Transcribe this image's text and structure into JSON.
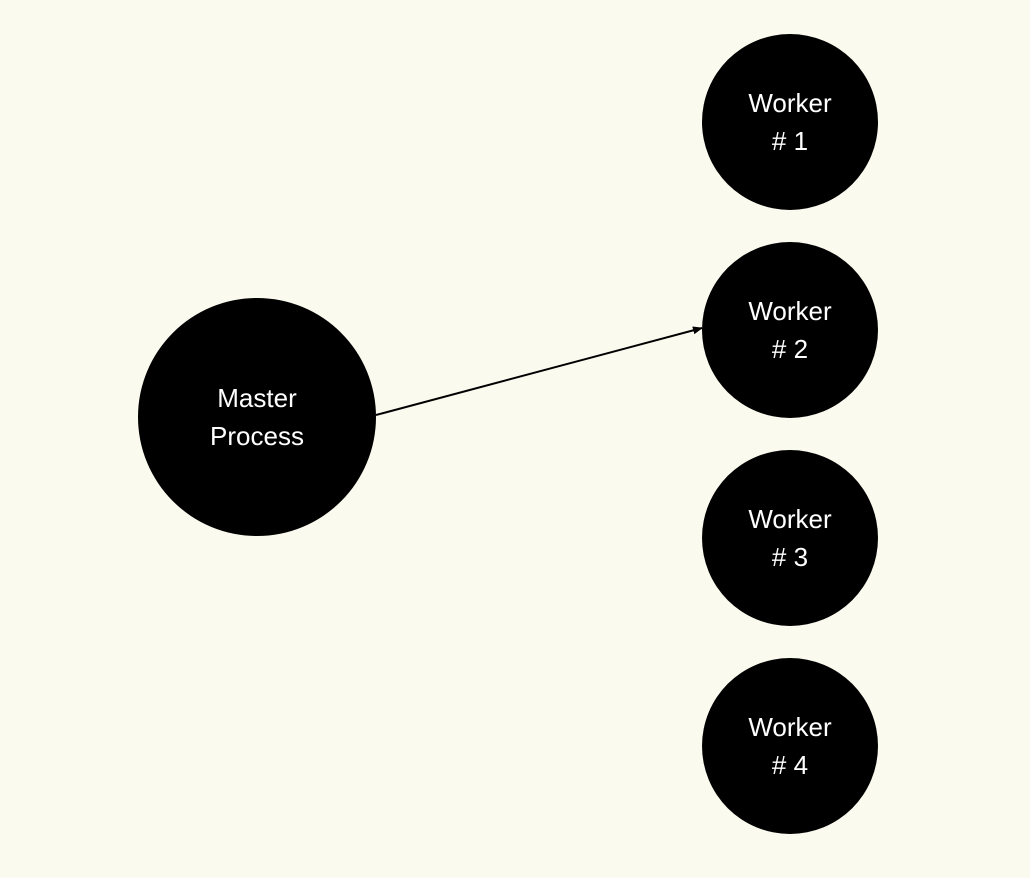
{
  "diagram": {
    "background_color": "#fbfaee",
    "node_color": "#000000",
    "text_color": "#ffffff",
    "edge_color": "#000000",
    "nodes": {
      "master": {
        "line1": "Master",
        "line2": "Process"
      },
      "worker1": {
        "line1": "Worker",
        "line2": "# 1"
      },
      "worker2": {
        "line1": "Worker",
        "line2": "# 2"
      },
      "worker3": {
        "line1": "Worker",
        "line2": "# 3"
      },
      "worker4": {
        "line1": "Worker",
        "line2": "# 4"
      }
    },
    "edges": [
      {
        "from": "master",
        "to": "worker2",
        "arrow": "end"
      }
    ]
  }
}
